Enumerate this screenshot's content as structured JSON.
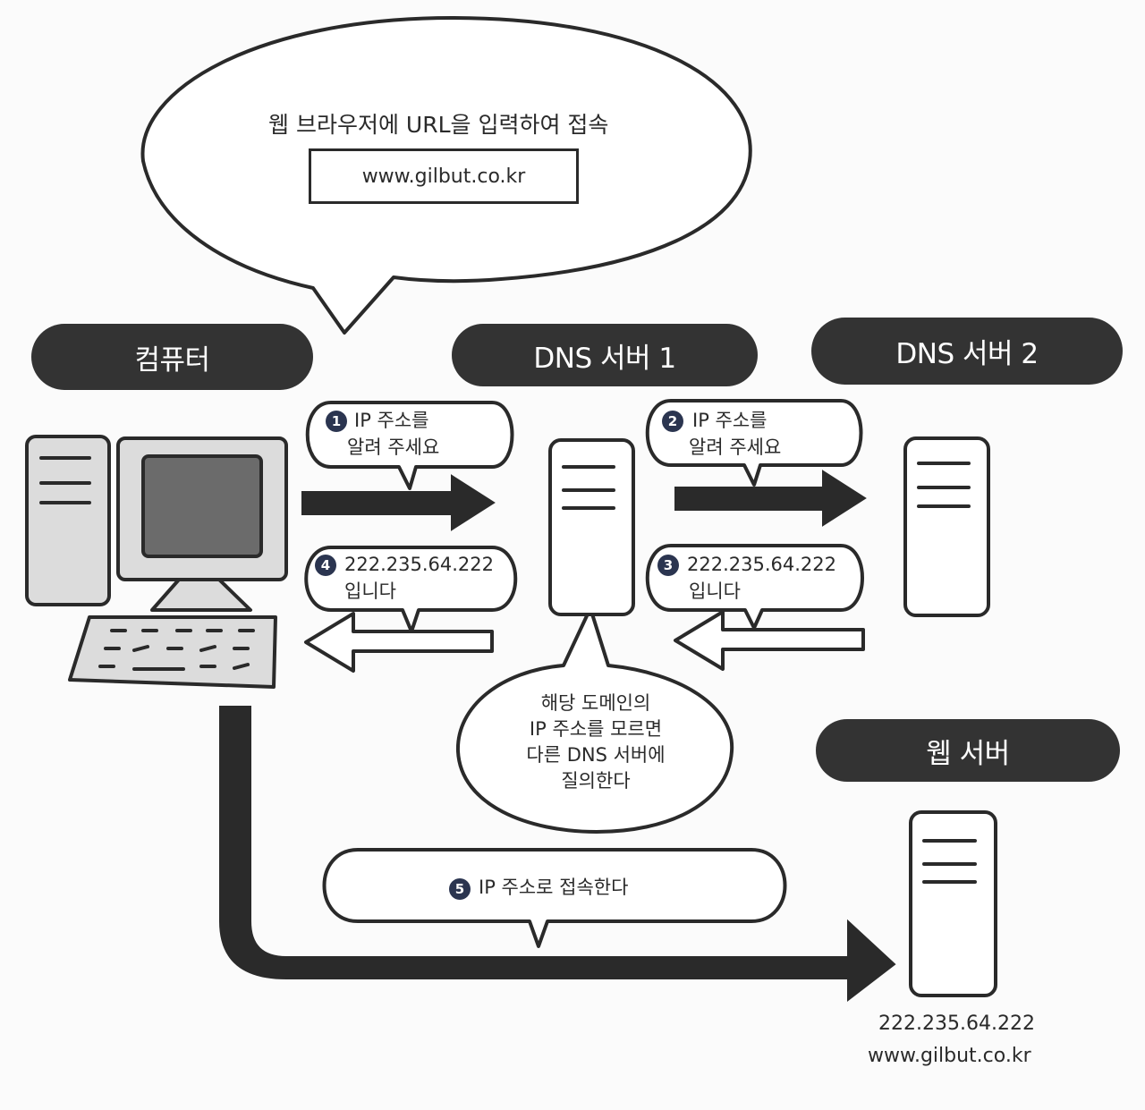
{
  "speech_bubble": {
    "caption": "웹 브라우저에 URL을 입력하여 접속",
    "url": "www.gilbut.co.kr"
  },
  "nodes": {
    "computer": "컴퓨터",
    "dns1": "DNS 서버 1",
    "dns2": "DNS 서버 2",
    "web": "웹 서버"
  },
  "steps": [
    {
      "number": "1",
      "lines": [
        "IP 주소를",
        "알려 주세요"
      ]
    },
    {
      "number": "2",
      "lines": [
        "IP 주소를",
        "알려 주세요"
      ]
    },
    {
      "number": "3",
      "lines": [
        "222.235.64.222",
        "입니다"
      ]
    },
    {
      "number": "4",
      "lines": [
        "222.235.64.222",
        "입니다"
      ]
    },
    {
      "number": "5",
      "lines": [
        "IP 주소로 접속한다"
      ]
    }
  ],
  "dns_note": [
    "해당 도메인의",
    "IP 주소를 모르면",
    "다른 DNS 서버에",
    "질의한다"
  ],
  "web_server_info": {
    "ip": "222.235.64.222",
    "domain": "www.gilbut.co.kr"
  },
  "colors": {
    "pill": "#333333",
    "badge": "#2b3550",
    "ink": "#2a2a2a",
    "screen": "#6b6b6b",
    "device": "#dcdcdc"
  }
}
